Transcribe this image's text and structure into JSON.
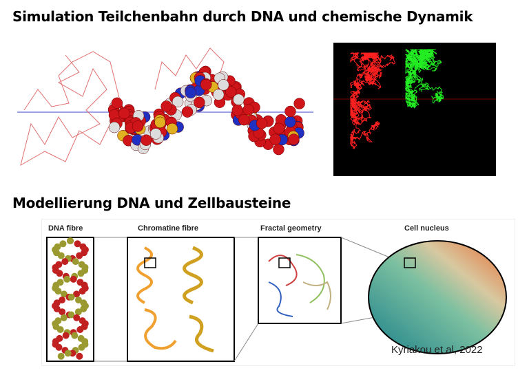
{
  "headings": {
    "simulation": "Simulation Teilchenbahn durch DNA und chemische Dynamik",
    "modelling": "Modellierung DNA und Zellbausteine"
  },
  "figure": {
    "labels": [
      "DNA fibre",
      "Chromatine fibre",
      "Fractal geometry",
      "Cell nucleus"
    ],
    "citation": "Kyriakou et al, 2022"
  },
  "colors": {
    "track": "#e06060",
    "atom_red": "#d0151a",
    "atom_blue": "#2030c0",
    "green": "#22ee22",
    "black": "#000000"
  }
}
